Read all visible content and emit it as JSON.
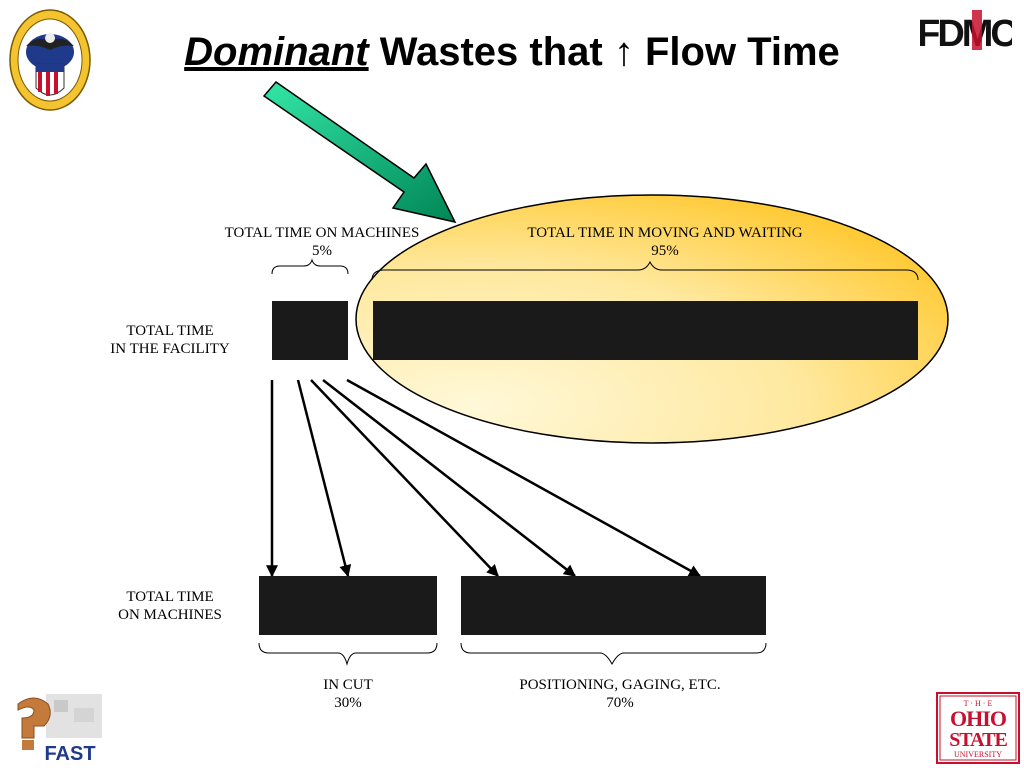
{
  "title": {
    "emphasis": "Dominant",
    "rest": " Wastes that ↑ Flow Time"
  },
  "labels": {
    "machines_top": "TOTAL TIME ON MACHINES",
    "machines_top_pct": "5%",
    "moving_waiting": "TOTAL TIME IN MOVING AND WAITING",
    "moving_waiting_pct": "95%",
    "facility_line1": "TOTAL TIME",
    "facility_line2": "IN THE FACILITY",
    "on_machines_line1": "TOTAL TIME",
    "on_machines_line2": "ON  MACHINES",
    "in_cut": "IN CUT",
    "in_cut_pct": "30%",
    "positioning": "POSITIONING, GAGING, ETC.",
    "positioning_pct": "70%"
  },
  "logos": {
    "fdmc": "FDMC",
    "fast": "FAST",
    "osu_the": "T · H · E",
    "osu_ohio": "OHIO",
    "osu_state": "STATE",
    "osu_university": "UNIVERSITY"
  },
  "colors": {
    "bar": "#1a1a1a",
    "ellipse_inner": "#fff6cc",
    "ellipse_outer": "#ffc830",
    "arrow_green_light": "#2ee0a0",
    "arrow_green_dark": "#008a5a",
    "osu_red": "#c8102e"
  }
}
